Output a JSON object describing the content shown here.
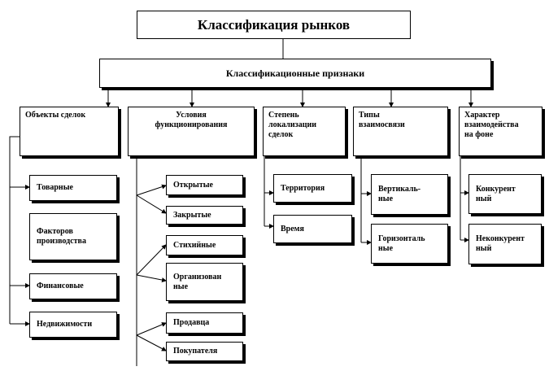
{
  "title": "Классификация рынков",
  "features_label": "Классификационные признаки",
  "categories": [
    {
      "label": "Объекты  сделок",
      "items": [
        "Товарные",
        "Факторов\nпроизводства",
        "Финансовые",
        "Недвижимости"
      ]
    },
    {
      "label": "Условия\nфункционирования",
      "items": [
        "Открытые",
        "Закрытые",
        "Стихийные",
        "Организован\nные",
        "Продавца",
        "Покупателя"
      ]
    },
    {
      "label": "Степень\nлокализации\nсделок",
      "items": [
        "Территория",
        "Время"
      ]
    },
    {
      "label": "Типы\nвзаимосвязи",
      "items": [
        "Вертикаль-\nные",
        "Горизонталь\nные"
      ]
    },
    {
      "label": "Характер\nвзаимодейства\nна фоне",
      "items": [
        "Конкурент\nный",
        "Неконкурент\nный"
      ]
    }
  ]
}
